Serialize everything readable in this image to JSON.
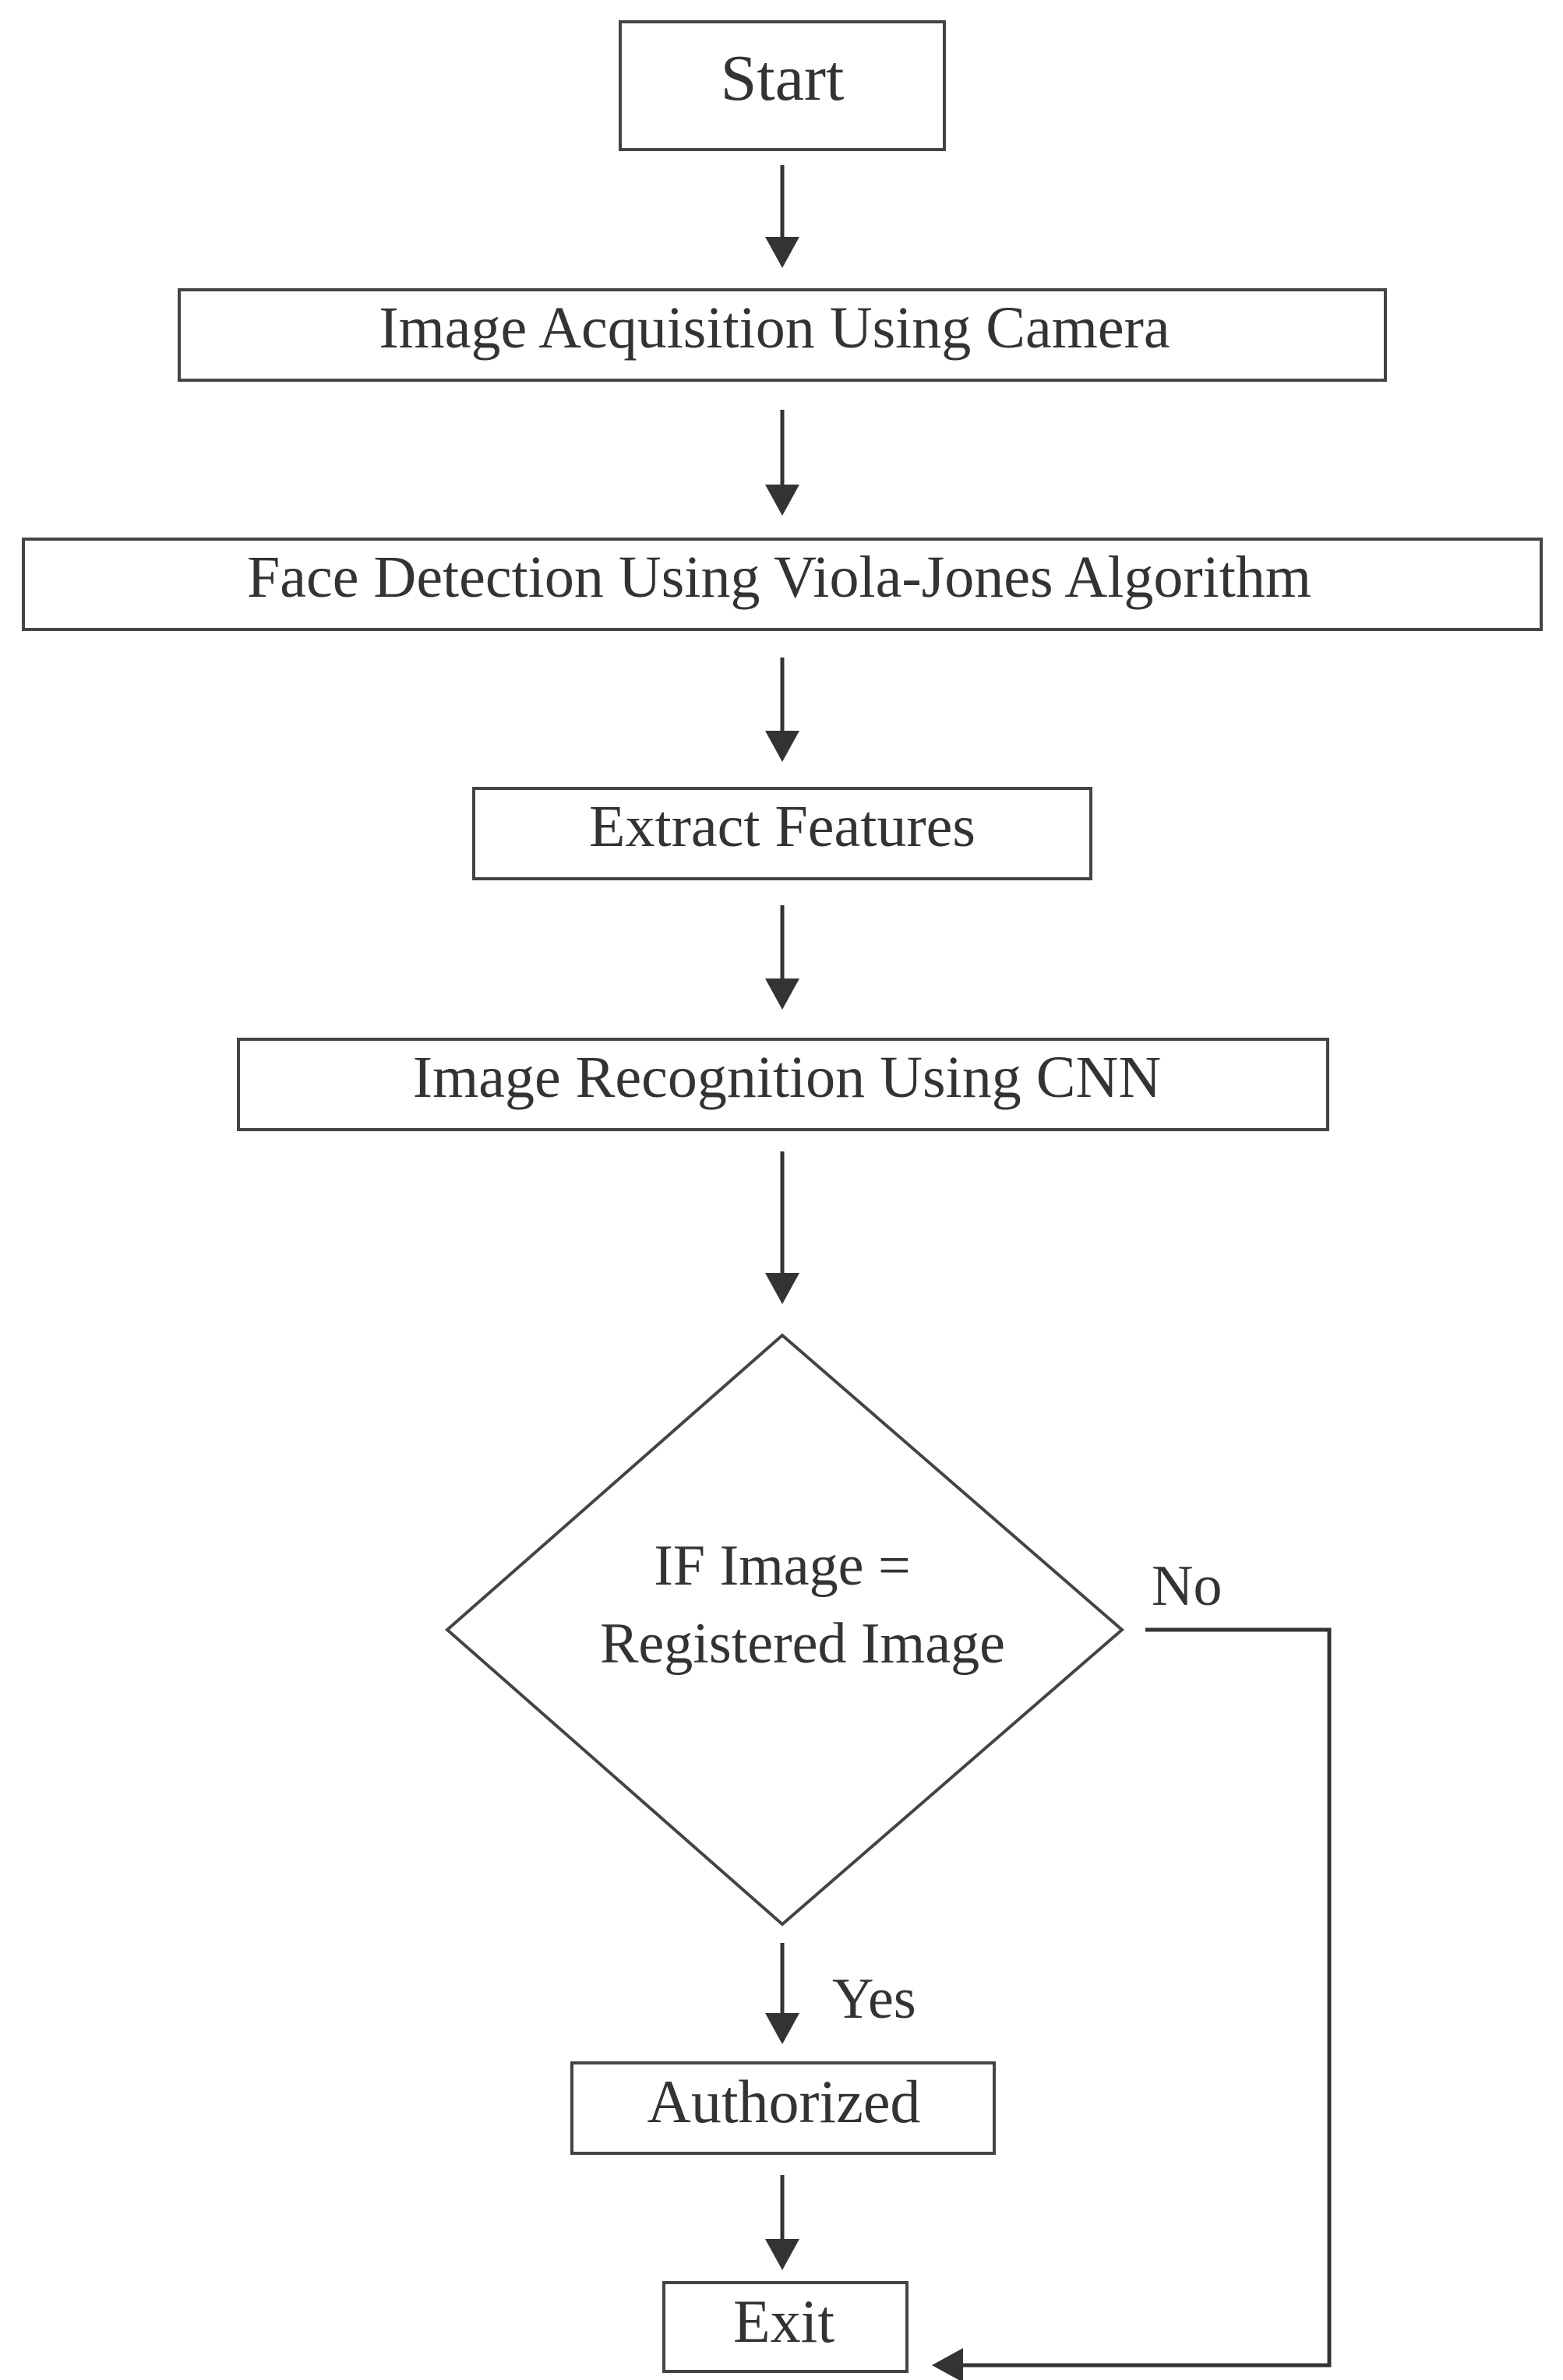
{
  "nodes": {
    "start": "Start",
    "acquisition": "Image Acquisition Using Camera",
    "detection": "Face Detection Using Viola-Jones Algorithm",
    "features": "Extract Features",
    "recognition": "Image Recognition Using CNN",
    "decision_line1": "IF Image =",
    "decision_line2": "Registered Image",
    "authorized": "Authorized",
    "exit": "Exit"
  },
  "edges": {
    "no_label": "No",
    "yes_label": "Yes"
  },
  "colors": {
    "stroke": "#444444",
    "text": "#333333",
    "background": "#ffffff"
  }
}
